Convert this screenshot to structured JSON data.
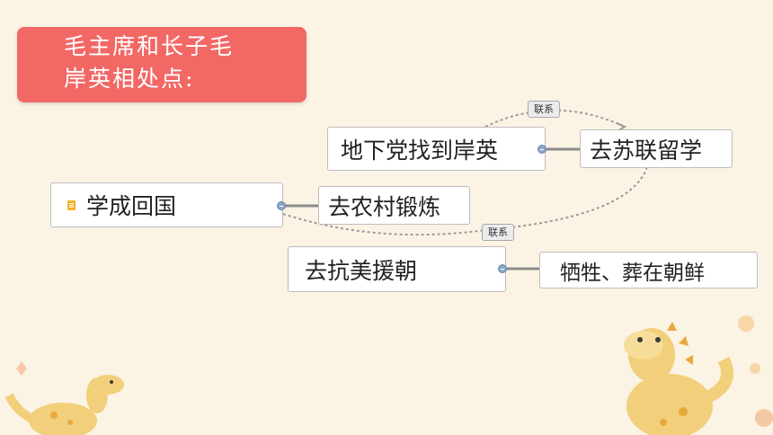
{
  "title": {
    "line1": "毛主席和长子毛",
    "line2": "岸英相处点:"
  },
  "nodes": {
    "underground": "地下党找到岸英",
    "soviet": "去苏联留学",
    "return": "学成回国",
    "village": "去农村锻炼",
    "korea": "去抗美援朝",
    "sacrifice": "牺牲、葬在朝鲜"
  },
  "relations": {
    "top": "联系",
    "bottom": "联系"
  },
  "colors": {
    "title_bg": "#f26865",
    "connector": "#8c8c8c",
    "background": "#fbf3e4"
  },
  "icons": {
    "topic_marker": "document-icon",
    "decoration": "dinosaur-illustration"
  }
}
